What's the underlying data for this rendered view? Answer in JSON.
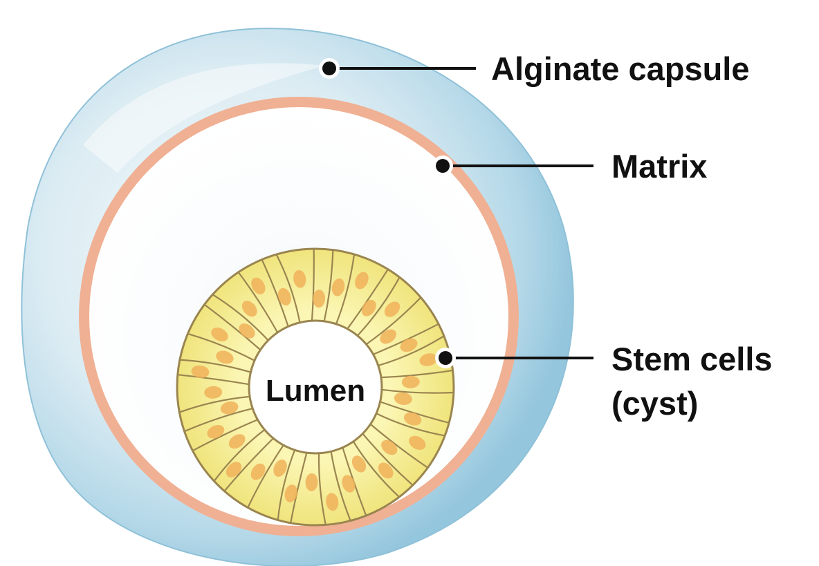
{
  "labels": {
    "alginate_capsule": "Alginate capsule",
    "matrix": "Matrix",
    "stem_cells_line1": "Stem cells",
    "stem_cells_line2": "(cyst)",
    "lumen": "Lumen"
  },
  "colors": {
    "capsule_outer": "#9ccbe0",
    "capsule_inner": "#e6f1f6",
    "matrix_ring": "#f2b49a",
    "matrix_fill": "#ffffff",
    "cell_fill": "#f4ec8a",
    "cell_edge": "#9a8550",
    "nucleus": "#f0b25a",
    "leader_line": "#111111"
  }
}
